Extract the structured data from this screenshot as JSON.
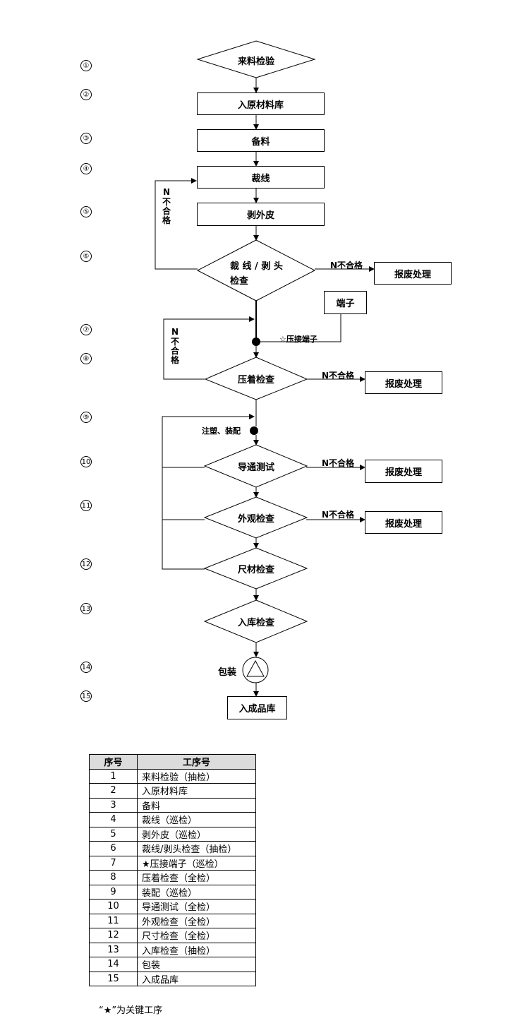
{
  "flow": {
    "step_numbers": [
      "①",
      "②",
      "③",
      "④",
      "⑤",
      "⑥",
      "⑦",
      "⑧",
      "⑨",
      "10",
      "11",
      "12",
      "13",
      "14",
      "15"
    ],
    "incoming_inspection": "来料检验",
    "raw_material_storage": "入原材料库",
    "material_prep": "备料",
    "wire_cutting": "裁线",
    "stripping": "剥外皮",
    "cut_strip_check_line1": "裁 线 / 剥 头",
    "cut_strip_check_line2": "检查",
    "crimp_check": "压着检查",
    "continuity_test": "导通测试",
    "visual_check": "外观检查",
    "dimension_check": "尺材检查",
    "warehouse_check": "入库检查",
    "finished_storage": "入成品库",
    "scrap": "报废处理",
    "terminal": "端子",
    "crimp_terminal": "☆压接端子",
    "molding_assembly": "注塑、装配",
    "packaging": "包装",
    "fail_label": "不合格",
    "fail_marker": "N",
    "loop_fail_n": "N",
    "loop_fail_text": "不合格"
  },
  "table": {
    "headers": [
      "序号",
      "工序号"
    ],
    "rows": [
      [
        "1",
        "来料检验（抽检）"
      ],
      [
        "2",
        "入原材料库"
      ],
      [
        "3",
        "备料"
      ],
      [
        "4",
        "裁线（巡检）"
      ],
      [
        "5",
        "剥外皮（巡检）"
      ],
      [
        "6",
        "裁线/剥头检查（抽检）"
      ],
      [
        "7",
        "★压接端子（巡检）"
      ],
      [
        "8",
        "压着检查（全检）"
      ],
      [
        "9",
        "装配（巡检）"
      ],
      [
        "10",
        "导通测试（全检）"
      ],
      [
        "11",
        "外观检查（全检）"
      ],
      [
        "12",
        "尺寸检查（全检）"
      ],
      [
        "13",
        "入库检查（抽检）"
      ],
      [
        "14",
        "包装"
      ],
      [
        "15",
        "入成品库"
      ]
    ]
  },
  "note": "“★”为关键工序"
}
